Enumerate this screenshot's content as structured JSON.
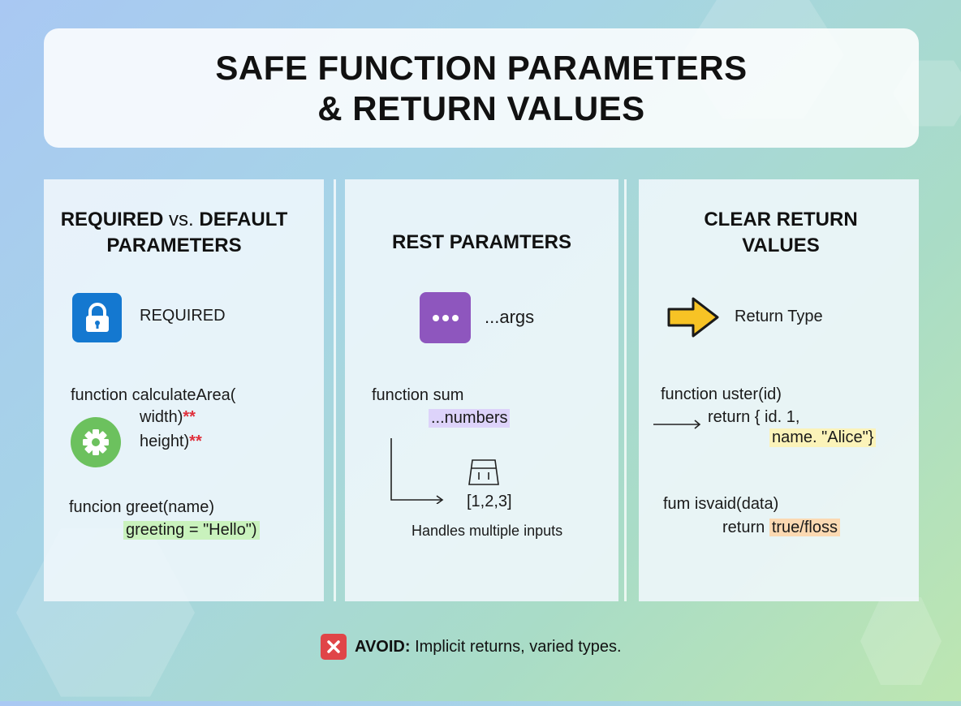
{
  "title": {
    "line1": "SAFE FUNCTION PARAMETERS",
    "line2": "& RETURN VALUES"
  },
  "panel_required": {
    "heading_a": "REQUIRED",
    "heading_vs": " vs. ",
    "heading_b": "DEFAULT",
    "heading_c": "PARAMETERS",
    "icon_label": "REQUIRED",
    "code_line1": "function calculateArea(",
    "code_width": "width)",
    "code_height": "height)",
    "required_marker": "**",
    "code_line4": "funcion greet(name)",
    "code_line5": "greeting = \"Hello\")"
  },
  "panel_rest": {
    "heading": "REST PARAMTERS",
    "icon_label": "...args",
    "code_line1": "function sum",
    "code_line2": "...numbers",
    "array_text": "[1,2,3]",
    "caption": "Handles multiple inputs"
  },
  "panel_return": {
    "heading_a": "CLEAR RETURN",
    "heading_b": "VALUES",
    "icon_label": "Return Type",
    "code_line1": "function uster(id)",
    "code_line2": "return { id. 1,",
    "code_line3": "name. \"Alice\"}",
    "code_line4": "fum isvaid(data)",
    "code_line5_a": "return ",
    "code_line5_b": "true/floss"
  },
  "footer": {
    "label": "AVOID:",
    "text": " Implicit returns, varied types."
  },
  "colors": {
    "lock_blue": "#1478d0",
    "gear_green": "#6cc15e",
    "dots_purple": "#8e56be",
    "arrow_yellow": "#f7c325",
    "purple_highlight": "#ddd3fa",
    "green_highlight": "#c9f2bd",
    "yellow_highlight": "#fbf3b9",
    "orange_highlight": "#fbd9b2",
    "avoid_red": "#e04548"
  }
}
